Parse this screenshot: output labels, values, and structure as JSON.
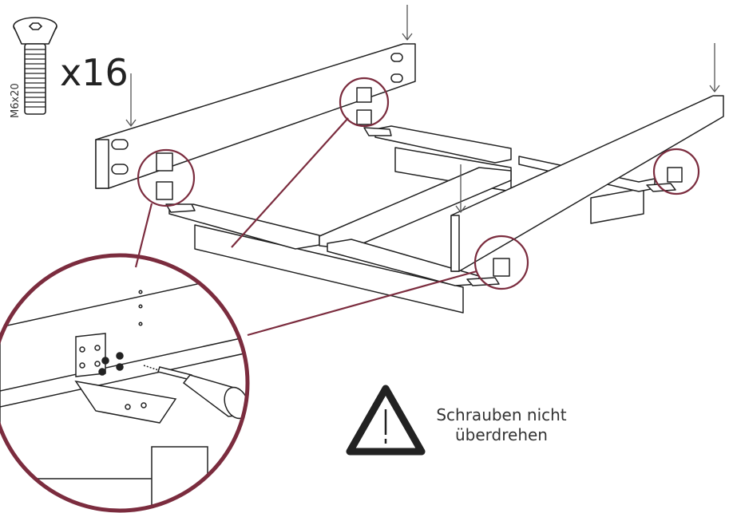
{
  "screw": {
    "size": "M6x20",
    "quantity": "x16",
    "icon": "countersunk-screw-icon"
  },
  "warning": {
    "line1": "Schrauben nicht",
    "line2": "überdrehen",
    "icon": "warning-triangle-icon"
  },
  "colors": {
    "callout": "#7b2c3e",
    "line": "#222222",
    "panel": "#ffffff"
  }
}
